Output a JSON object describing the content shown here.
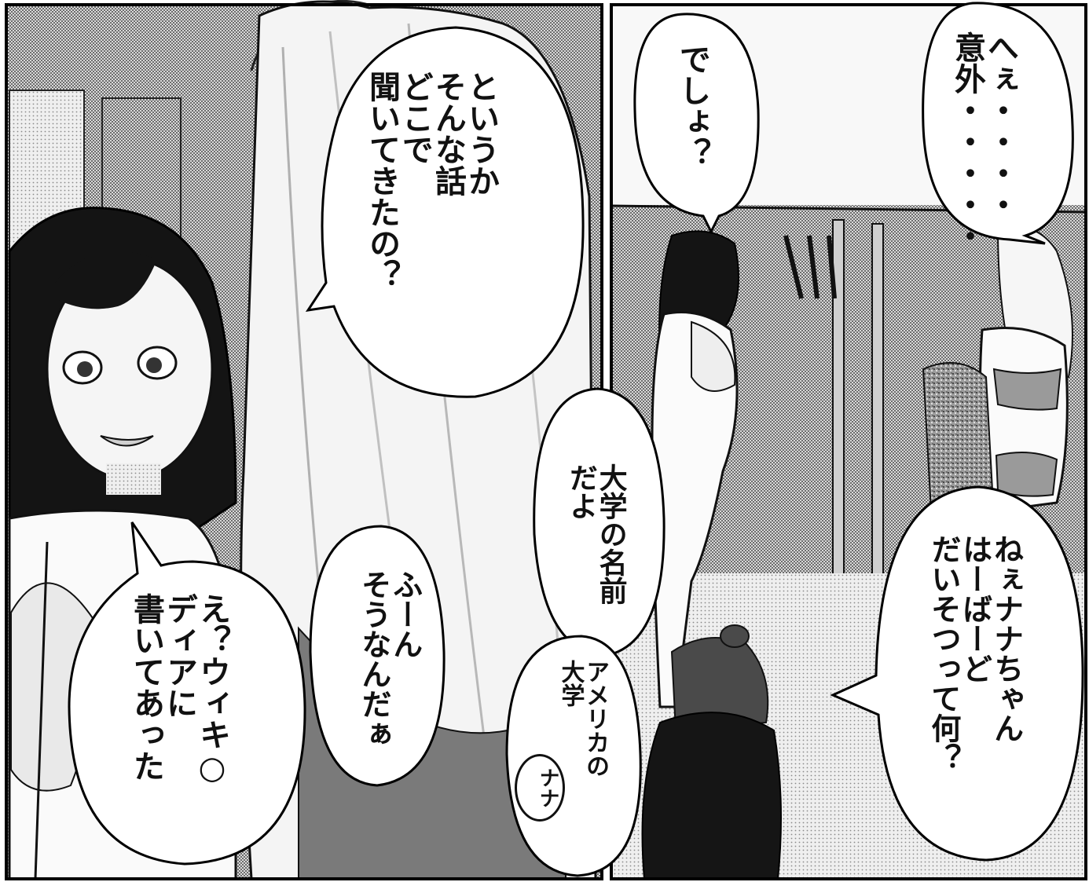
{
  "dialogue": {
    "eh_igai": "へぇ・・・・\n意外・・・・・",
    "desho": "でしょ？",
    "toiuka": "というか\nそんな話\nどこで\n聞いてきたの？",
    "nee_nana": "ねぇナナちゃん\nはーばーど\nだいそつって何？",
    "daigaku_namae": "大学の名前\nだよ",
    "amerika": "アメリカの\n大学",
    "fuun": "ふーん\nそうなんだぁ",
    "wiki": "え？ウィキ○\nディアに\n書いてあった",
    "stamp": "ナナ"
  },
  "colors": {
    "ink": "#111111",
    "screentone_dark": "#5a5a5a",
    "screentone_light": "#bdbdbd",
    "bubble": "#ffffff"
  }
}
